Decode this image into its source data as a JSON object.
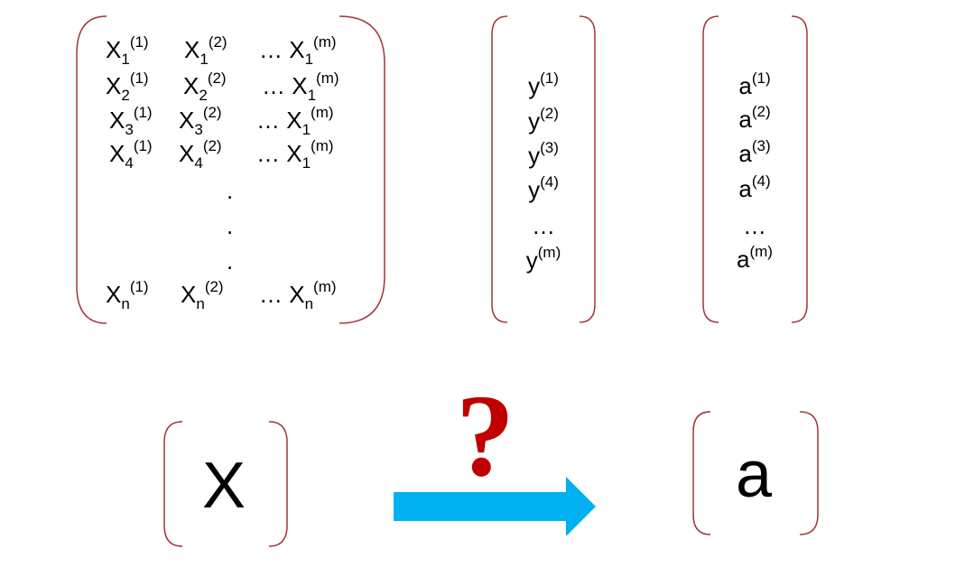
{
  "matrix_x": {
    "row1": {
      "c1_base": "X",
      "c1_sub": "1",
      "c1_sup": "(1)",
      "c2_base": "X",
      "c2_sub": "1",
      "c2_sup": "(2)",
      "ellipsis": "…",
      "c3_base": "X",
      "c3_sub": "1",
      "c3_sup": "(m)"
    },
    "row2": {
      "c1_base": "X",
      "c1_sub": "2",
      "c1_sup": "(1)",
      "c2_base": "X",
      "c2_sub": "2",
      "c2_sup": "(2)",
      "ellipsis": "…",
      "c3_base": "X",
      "c3_sub": "1",
      "c3_sup": "(m)"
    },
    "row3": {
      "c1_base": "X",
      "c1_sub": "3",
      "c1_sup": "(1)",
      "c2_base": "X",
      "c2_sub": "3",
      "c2_sup": "(2)",
      "ellipsis": "…",
      "c3_base": "X",
      "c3_sub": "1",
      "c3_sup": "(m)"
    },
    "row4": {
      "c1_base": "X",
      "c1_sub": "4",
      "c1_sup": "(1)",
      "c2_base": "X",
      "c2_sub": "4",
      "c2_sup": "(2)",
      "ellipsis": "…",
      "c3_base": "X",
      "c3_sub": "1",
      "c3_sup": "(m)"
    },
    "vdots": ".",
    "rown": {
      "c1_base": "X",
      "c1_sub": "n",
      "c1_sup": "(1)",
      "c2_base": "X",
      "c2_sub": "n",
      "c2_sup": "(2)",
      "ellipsis": "…",
      "c3_base": "X",
      "c3_sub": "n",
      "c3_sup": "(m)"
    }
  },
  "vector_y": {
    "base": "y",
    "sups": [
      "(1)",
      "(2)",
      "(3)",
      "(4)"
    ],
    "ellipsis": "…",
    "last_sup": "(m)"
  },
  "vector_a": {
    "base": "a",
    "sups": [
      "(1)",
      "(2)",
      "(3)",
      "(4)"
    ],
    "ellipsis": "…",
    "last_sup": "(m)"
  },
  "bottom": {
    "input_label": "X",
    "question_mark": "?",
    "output_label": "a"
  },
  "colors": {
    "bracket": "#a0353a",
    "arrow": "#00b0f0",
    "question": "#c00000",
    "text": "#000000"
  }
}
